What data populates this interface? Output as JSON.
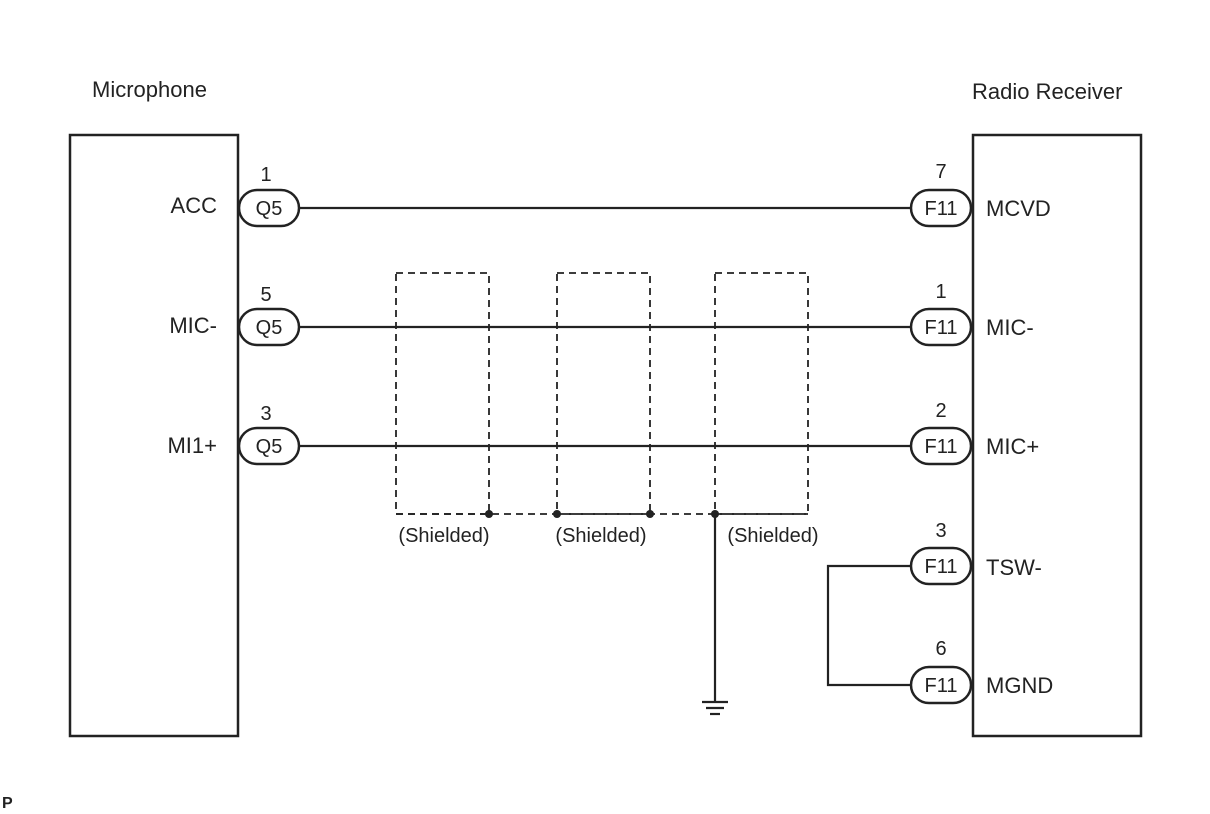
{
  "left_component": {
    "title": "Microphone",
    "terminals": [
      {
        "signal": "ACC",
        "connector": "Q5",
        "pin": "1"
      },
      {
        "signal": "MIC-",
        "connector": "Q5",
        "pin": "5"
      },
      {
        "signal": "MI1+",
        "connector": "Q5",
        "pin": "3"
      }
    ]
  },
  "right_component": {
    "title": "Radio Receiver",
    "terminals": [
      {
        "signal": "MCVD",
        "connector": "F11",
        "pin": "7"
      },
      {
        "signal": "MIC-",
        "connector": "F11",
        "pin": "1"
      },
      {
        "signal": "MIC+",
        "connector": "F11",
        "pin": "2"
      },
      {
        "signal": "TSW-",
        "connector": "F11",
        "pin": "3"
      },
      {
        "signal": "MGND",
        "connector": "F11",
        "pin": "6"
      }
    ]
  },
  "shields": [
    {
      "label": "(Shielded)"
    },
    {
      "label": "(Shielded)"
    },
    {
      "label": "(Shielded)"
    }
  ],
  "footer_letter": "P"
}
